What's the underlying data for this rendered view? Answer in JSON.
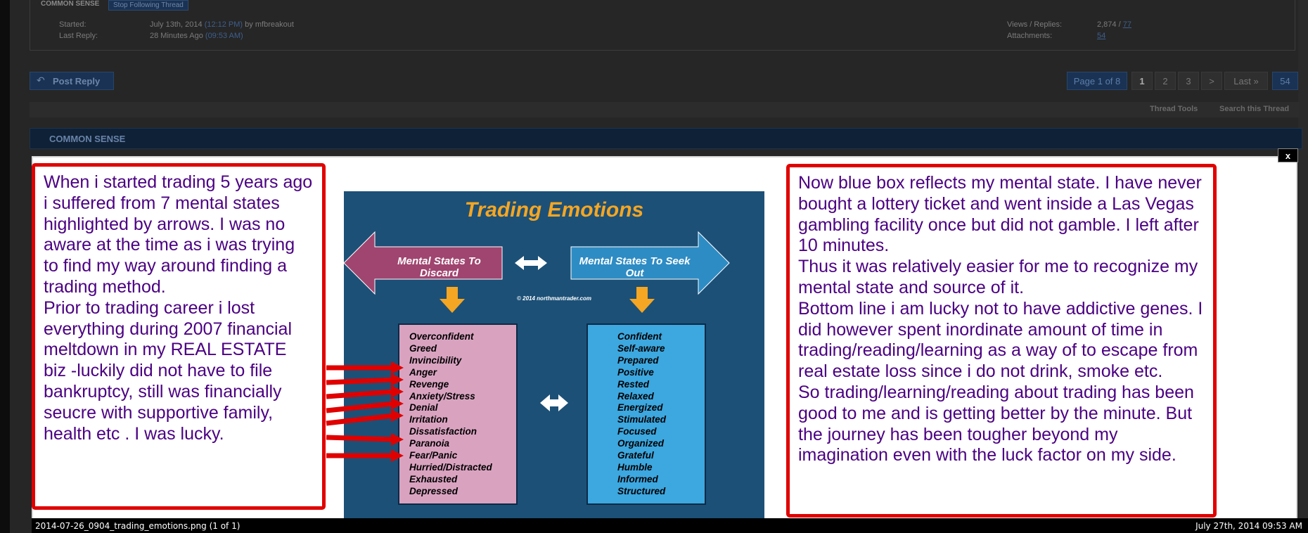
{
  "thread": {
    "legend": "COMMON SENSE",
    "stop_following": "Stop Following Thread",
    "started_label": "Started:",
    "started_date": "July 13th, 2014",
    "started_time": "(12:12 PM)",
    "started_by_word": "by",
    "started_by": "mfbreakout",
    "last_reply_label": "Last Reply:",
    "last_reply_ago": "28 Minutes Ago",
    "last_reply_time": "(09:53 AM)",
    "views_label": "Views / Replies:",
    "views": "2,874 /",
    "replies": "77",
    "attachments_label": "Attachments:",
    "attachments": "54"
  },
  "toolbar": {
    "post_reply": "Post Reply",
    "post_reply_icon": "reply-icon",
    "thread_tools": "Thread Tools",
    "search_thread": "Search this Thread"
  },
  "pagination": {
    "label": "Page 1 of 8",
    "pages": [
      "1",
      "2",
      "3"
    ],
    "next": ">",
    "last": "Last »",
    "total": "54"
  },
  "thread_header": {
    "title": "COMMON SENSE"
  },
  "lightbox": {
    "close": "x",
    "caption": "2014-07-26_0904_trading_emotions.png (1 of 1)",
    "date": "July 27th, 2014 09:53 AM"
  },
  "note_left": {
    "paragraphs": [
      "When i started trading 5 years ago i suffered from 7 mental states highlighted by arrows. I was no aware at the time as i was trying to find my way around finding a trading method.",
      "Prior to trading career i lost everything during 2007 financial meltdown in my REAL ESTATE biz -luckily did not have to file bankruptcy, still was financially seucre with supportive family, health etc . I was lucky."
    ]
  },
  "note_right": {
    "paragraphs": [
      "Now blue box reflects my mental state. I have never bought a lottery ticket and went inside a Las Vegas gambling facility once but did not gamble. I left after 10 minutes.",
      "Thus it was relatively easier for me to recognize my mental state and source of it.",
      "Bottom line i am lucky not to have addictive genes. I did however spent inordinate amount of time in trading/reading/learning as a way of to escape from real estate loss since i do not drink, smoke etc.",
      "So trading/learning/reading about trading has been good to me and is getting better by the minute. But the journey has been tougher beyond my imagination even with the luck factor on my side."
    ]
  },
  "infographic": {
    "title": "Trading Emotions",
    "discard_label": "Mental States To Discard",
    "seek_label": "Mental States To Seek Out",
    "copyright": "© 2014 northmantrader.com",
    "discard": [
      "Overconfident",
      "Greed",
      "Invincibility",
      "Anger",
      "Revenge",
      "Anxiety/Stress",
      "Denial",
      "Irritation",
      "Dissatisfaction",
      "Paranoia",
      "Fear/Panic",
      "Hurried/Distracted",
      "Exhausted",
      "Depressed"
    ],
    "seek": [
      "Confident",
      "Self-aware",
      "Prepared",
      "Positive",
      "Rested",
      "Relaxed",
      "Energized",
      "Stimulated",
      "Focused",
      "Organized",
      "Grateful",
      "Humble",
      "Informed",
      "Structured"
    ],
    "colors": {
      "background": "#1c5077",
      "title": "#f5a623",
      "discard_arrow": "#a0456f",
      "seek_arrow": "#2e8cc4",
      "discard_box": "#d9a3c0",
      "seek_box": "#3da7df",
      "down_arrow": "#f5a623"
    }
  },
  "annotation_colors": {
    "box_border": "#e00000",
    "text": "#4b0082",
    "arrows": "#e00000"
  }
}
